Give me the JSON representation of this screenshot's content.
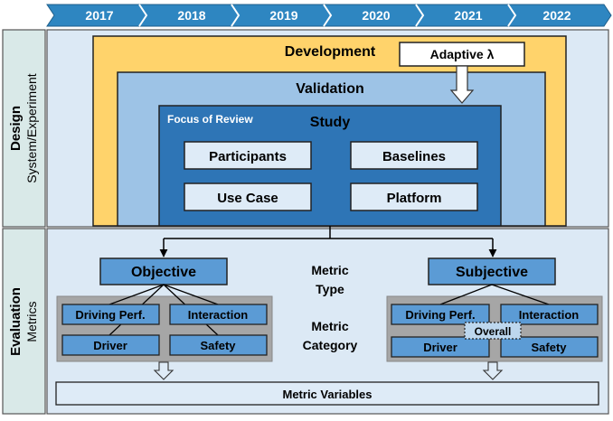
{
  "timeline": {
    "years": [
      "2017",
      "2018",
      "2019",
      "2020",
      "2021",
      "2022"
    ]
  },
  "sections": {
    "design": {
      "title": "Design",
      "subtitle": "System/Experiment"
    },
    "evaluation": {
      "title": "Evaluation",
      "subtitle": "Metrics"
    }
  },
  "design": {
    "development": "Development",
    "adaptive": "Adaptive λ",
    "validation": "Validation",
    "focus": "Focus of Review",
    "study": "Study",
    "items": [
      "Participants",
      "Baselines",
      "Use Case",
      "Platform"
    ]
  },
  "evaluation": {
    "objective": "Objective",
    "subjective": "Subjective",
    "metric_type": [
      "Metric",
      "Type"
    ],
    "metric_category": [
      "Metric",
      "Category"
    ],
    "objective_cats": [
      "Driving Perf.",
      "Interaction",
      "Driver",
      "Safety"
    ],
    "subjective_cats": [
      "Driving Perf.",
      "Interaction",
      "Driver",
      "Safety"
    ],
    "overall": "Overall",
    "metric_variables": "Metric Variables"
  },
  "colors": {
    "timeline": "#2E86C1",
    "section_bg": "#DCE9F5",
    "side_label_bg": "#D9E9E8",
    "development": "#FFD36B",
    "validation": "#9DC3E6",
    "study": "#2E75B6",
    "box_fill": "#DEEBF7",
    "type_box": "#5B9BD5",
    "category_group": "#A6A6A6"
  }
}
